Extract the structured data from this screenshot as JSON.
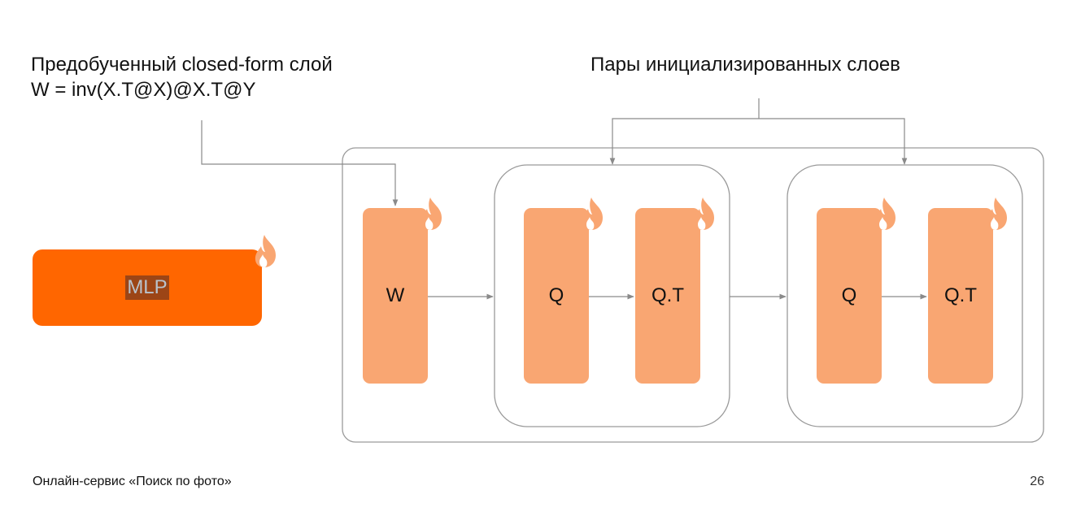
{
  "header": {
    "left_title_line1": "Предобученный closed-form слой",
    "left_title_line2": "W = inv(X.T@X)@X.T@Y",
    "right_title": "Пары инициализированных слоев"
  },
  "mlp": {
    "label": "MLP"
  },
  "blocks": {
    "w_label": "W",
    "pair1": {
      "q_label": "Q",
      "qt_label": "Q.T"
    },
    "pair2": {
      "q_label": "Q",
      "qt_label": "Q.T"
    }
  },
  "footer": {
    "service_name": "Онлайн-сервис «Поиск по фото»",
    "page_number": "26"
  },
  "colors": {
    "mlp_fill": "#ff6600",
    "block_fill": "#f9a672",
    "flame_fill": "#f9a672",
    "line_color": "#8a8a8a"
  },
  "icons": {
    "trainable_marker": "flame-icon"
  }
}
